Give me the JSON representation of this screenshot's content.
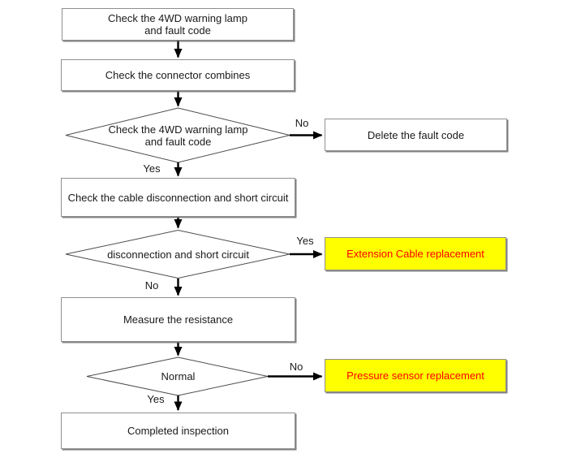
{
  "flowchart": {
    "steps": {
      "step1": [
        "Check the 4WD warning lamp",
        "and fault code"
      ],
      "step2": "Check the connector combines",
      "decision1": [
        "Check the 4WD warning lamp",
        "and fault code"
      ],
      "result1": "Delete the fault code",
      "step3": "Check the cable disconnection and short circuit",
      "decision2": "disconnection and short circuit",
      "result2": "Extension Cable replacement",
      "step4": "Measure the resistance",
      "decision3": "Normal",
      "result3": "Pressure sensor replacement",
      "step5": "Completed inspection"
    },
    "edge_labels": {
      "decision1_no": "No",
      "decision1_yes": "Yes",
      "decision2_yes": "Yes",
      "decision2_no": "No",
      "decision3_no": "No",
      "decision3_yes": "Yes"
    },
    "colors": {
      "highlight_bg": "#ffff00",
      "highlight_text": "#ff0000",
      "box_bg": "#ffffff",
      "box_border": "#8f8f8f",
      "line": "#4d4d4d",
      "arrow": "#000000",
      "text": "#1a1a1a"
    }
  }
}
